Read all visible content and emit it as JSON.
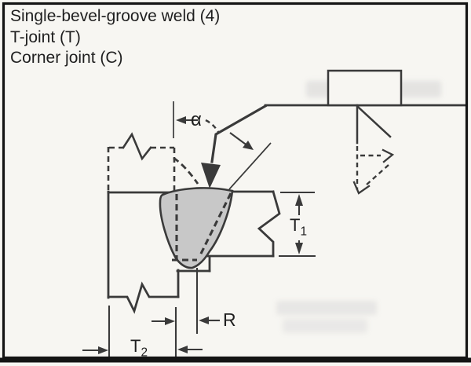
{
  "figure": {
    "title_lines": [
      "Single-bevel-groove weld (4)",
      "T-joint (T)",
      "Corner joint (C)"
    ],
    "labels": {
      "bevel_angle": "α",
      "thickness1_base": "T",
      "thickness1_sub": "1",
      "thickness2_base": "T",
      "thickness2_sub": "2",
      "root_opening": "R"
    },
    "colors": {
      "paper": "#f7f6f2",
      "ink": "#3a3a3a",
      "ink_dark": "#1f1f1f",
      "frame": "#141414",
      "weld_fill": "#c8c8c8"
    }
  }
}
